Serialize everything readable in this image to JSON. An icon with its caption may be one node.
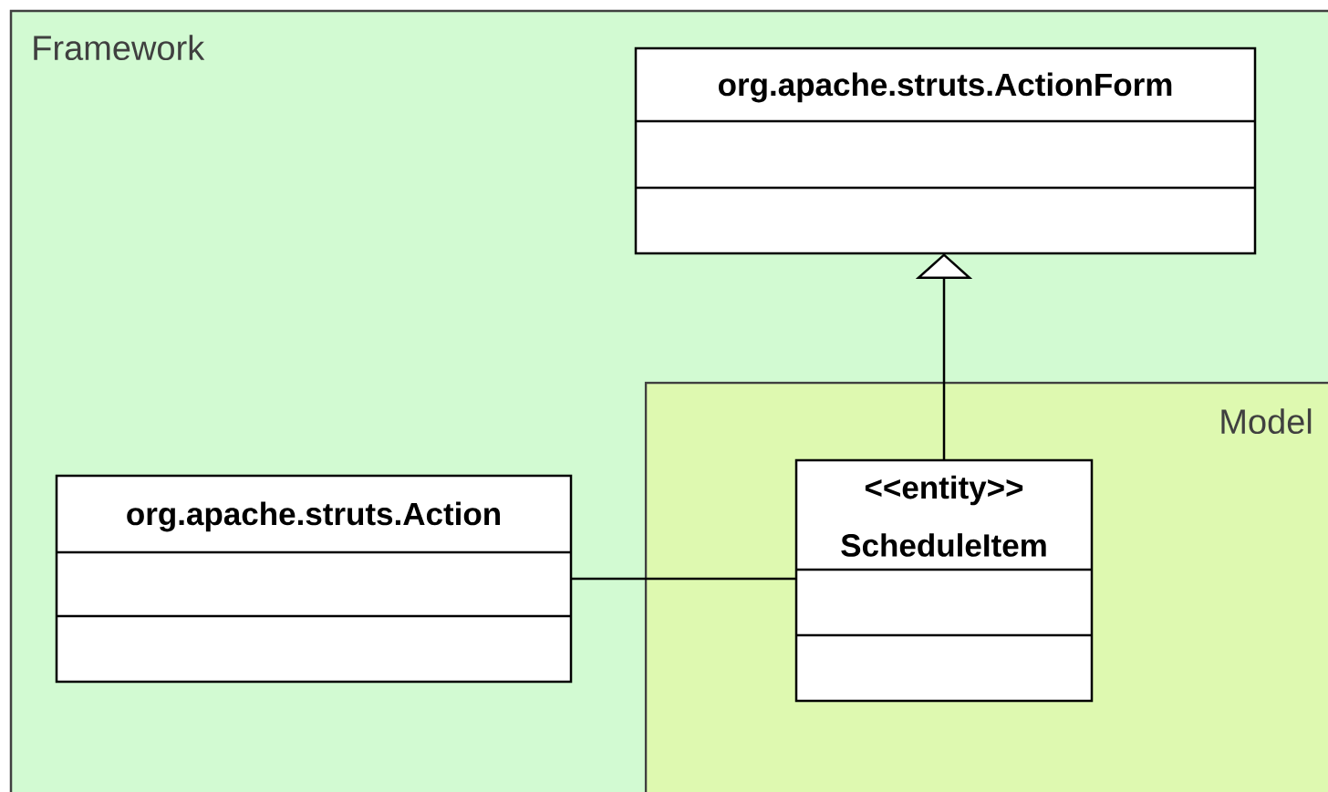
{
  "diagram": {
    "nodes": [
      {
        "text": [
          "Framework"
        ]
      },
      {
        "text": [
          "org.apache.struts.ActionForm"
        ],
        "in": 0
      },
      {
        "text": [
          "Model"
        ],
        "in": 0
      },
      {
        "text": [
          "org.apache.struts.Action"
        ],
        "in": 0
      },
      {
        "text": [
          "<<entity>>",
          "ScheduleItem"
        ],
        "in": 2
      }
    ],
    "edges": [
      {
        "from": 4,
        "to": 1,
        "arrow": "to"
      },
      {
        "from": 3,
        "to": 4,
        "arrow": "none"
      }
    ]
  }
}
